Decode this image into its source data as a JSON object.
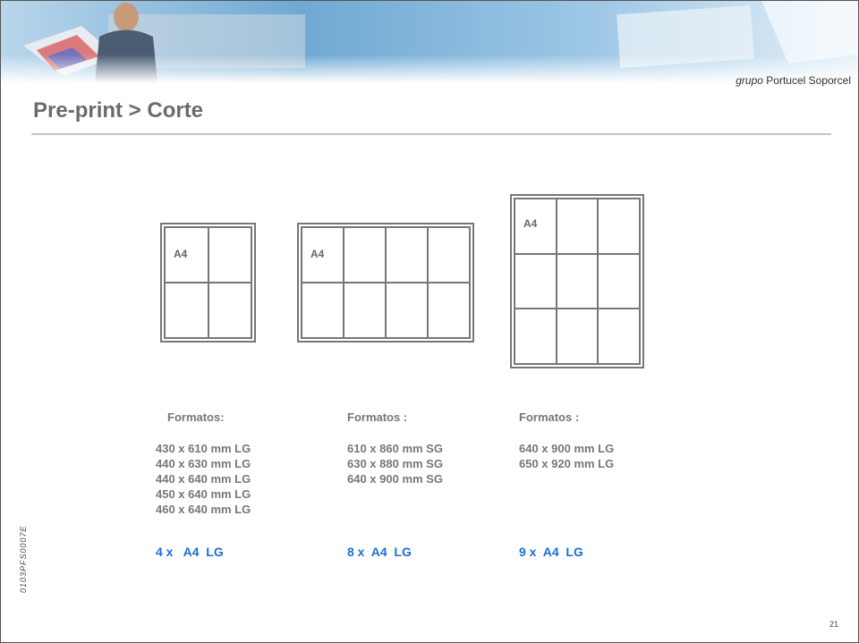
{
  "header": {
    "company_prefix": "grupo",
    "company_name": "Portucel Soporcel"
  },
  "title": "Pre-print > Corte",
  "sheets": [
    {
      "cell_label": "A4"
    },
    {
      "cell_label": "A4"
    },
    {
      "cell_label": "A4"
    }
  ],
  "columns": [
    {
      "heading": "Formatos:",
      "sizes": [
        "430 x 610 mm  LG",
        "440 x 630 mm  LG",
        "440 x 640 mm  LG",
        "450 x 640 mm  LG",
        "460 x 640 mm  LG"
      ],
      "result": "4 x   A4  LG"
    },
    {
      "heading": "Formatos :",
      "sizes": [
        "610 x 860 mm  SG",
        "630 x 880 mm  SG",
        "640 x 900 mm  SG"
      ],
      "result": "8 x  A4  LG"
    },
    {
      "heading": "Formatos :",
      "sizes": [
        "640 x 900 mm  LG",
        "650 x 920 mm  LG"
      ],
      "result": "9 x  A4  LG"
    }
  ],
  "footer": {
    "side_code": "0103PFS0007E",
    "page_number": "21"
  },
  "colors": {
    "accent": "#1a70d9",
    "title": "#6b6b6b",
    "text": "#777777"
  }
}
